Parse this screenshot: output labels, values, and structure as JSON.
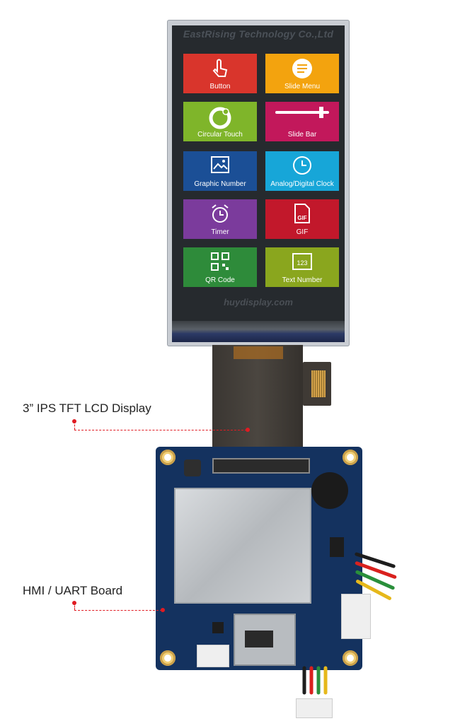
{
  "brand_text": "EastRising Technology Co.,Ltd",
  "website_text": "huydisplay.com",
  "tiles": [
    {
      "label": "Button",
      "color": "#d9352c",
      "icon": "touch-icon"
    },
    {
      "label": "Slide Menu",
      "color": "#f3a30e",
      "icon": "menu-icon"
    },
    {
      "label": "Circular Touch",
      "color": "#7fb52a",
      "icon": "ring-icon"
    },
    {
      "label": "Slide Bar",
      "color": "#c2185b",
      "icon": "slider-icon"
    },
    {
      "label": "Graphic Number",
      "color": "#1b4f96",
      "icon": "image-icon"
    },
    {
      "label": "Analog/Digital Clock",
      "color": "#17a6d8",
      "icon": "clock-icon"
    },
    {
      "label": "Timer",
      "color": "#7b3b9c",
      "icon": "alarm-icon"
    },
    {
      "label": "GIF",
      "color": "#c2182b",
      "icon": "gif-icon"
    },
    {
      "label": "QR Code",
      "color": "#2e8b3a",
      "icon": "qr-icon"
    },
    {
      "label": "Text Number",
      "color": "#8aa61e",
      "icon": "text-number-icon"
    }
  ],
  "callouts": {
    "lcd": "3” IPS TFT LCD Display",
    "board": "HMI / UART Board"
  },
  "accent_color": "#e01b22"
}
